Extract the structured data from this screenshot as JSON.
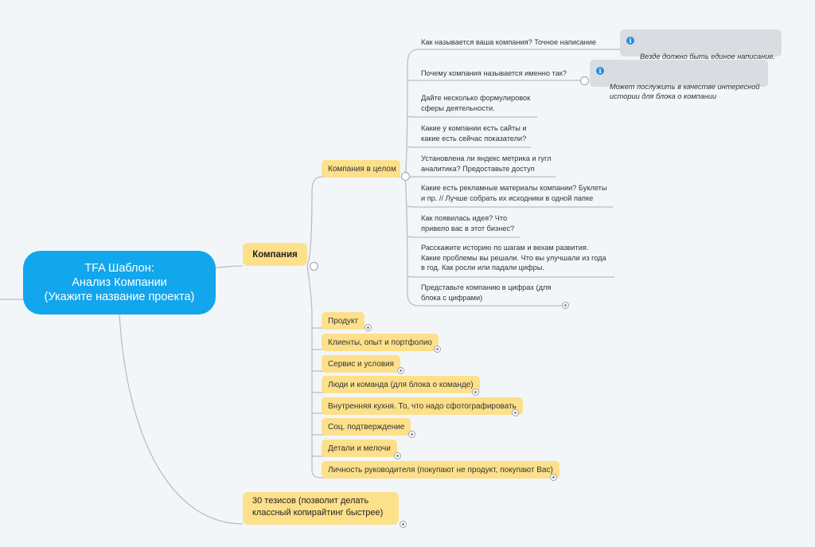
{
  "root": {
    "title": "TFA Шаблон:\nАнализ Компании\n(Укажите название проекта)"
  },
  "company": {
    "label": "Компания",
    "sub": {
      "label": "Компания в целом",
      "questions": [
        "Как называется ваша компания? Точное написание",
        "Почему компания называется именно так?",
        "Дайте несколько формулировок\nсферы деятельности.",
        "Какие у компании есть сайты и\nкакие есть сейчас показатели?",
        "Установлена ли яндекс метрика и гугл\nаналитика? Предоставьте доступ",
        "Какие есть рекламные материалы компании? Буклеты\nи пр. // Лучше собрать их исходники в одной папке",
        "Как появилась идея? Что\nпривело вас в этот бизнес?",
        "Расскажите историю по шагам и вехам развития.\nКакие проблемы вы решали. Что вы улучшали из года\nв год. Как росли или падали цифры.",
        "Представьте компанию в цифрах (для\nблока с цифрами)"
      ],
      "notes": [
        "Везде должно быть единое написание.\nУделите внимание большим буквам",
        "Может послужить в качестве интересной\nистории для блока о компании"
      ]
    },
    "topics": [
      "Продукт",
      "Клиенты, опыт и портфолио",
      "Сервис и условия",
      "Люди и команда (для блока о команде)",
      "Внутренняя кухня. То, что надо сфотографировать",
      "Соц. подтверждение",
      "Детали и мелочи",
      "Личность руководителя (покупают не продукт, покупают Вас)"
    ]
  },
  "theses": {
    "label": "30 тезисов (позволит делать\nклассный копирайтинг быстрее)"
  },
  "colors": {
    "root": "#12a6ec",
    "topic": "#fde08a",
    "line": "#b9bec4",
    "note": "#d9dde1",
    "info": "#1f8fe0"
  },
  "icons": {
    "info": "info-icon",
    "collapse": "collapse-dot-icon",
    "expand": "expand-dot-icon"
  }
}
